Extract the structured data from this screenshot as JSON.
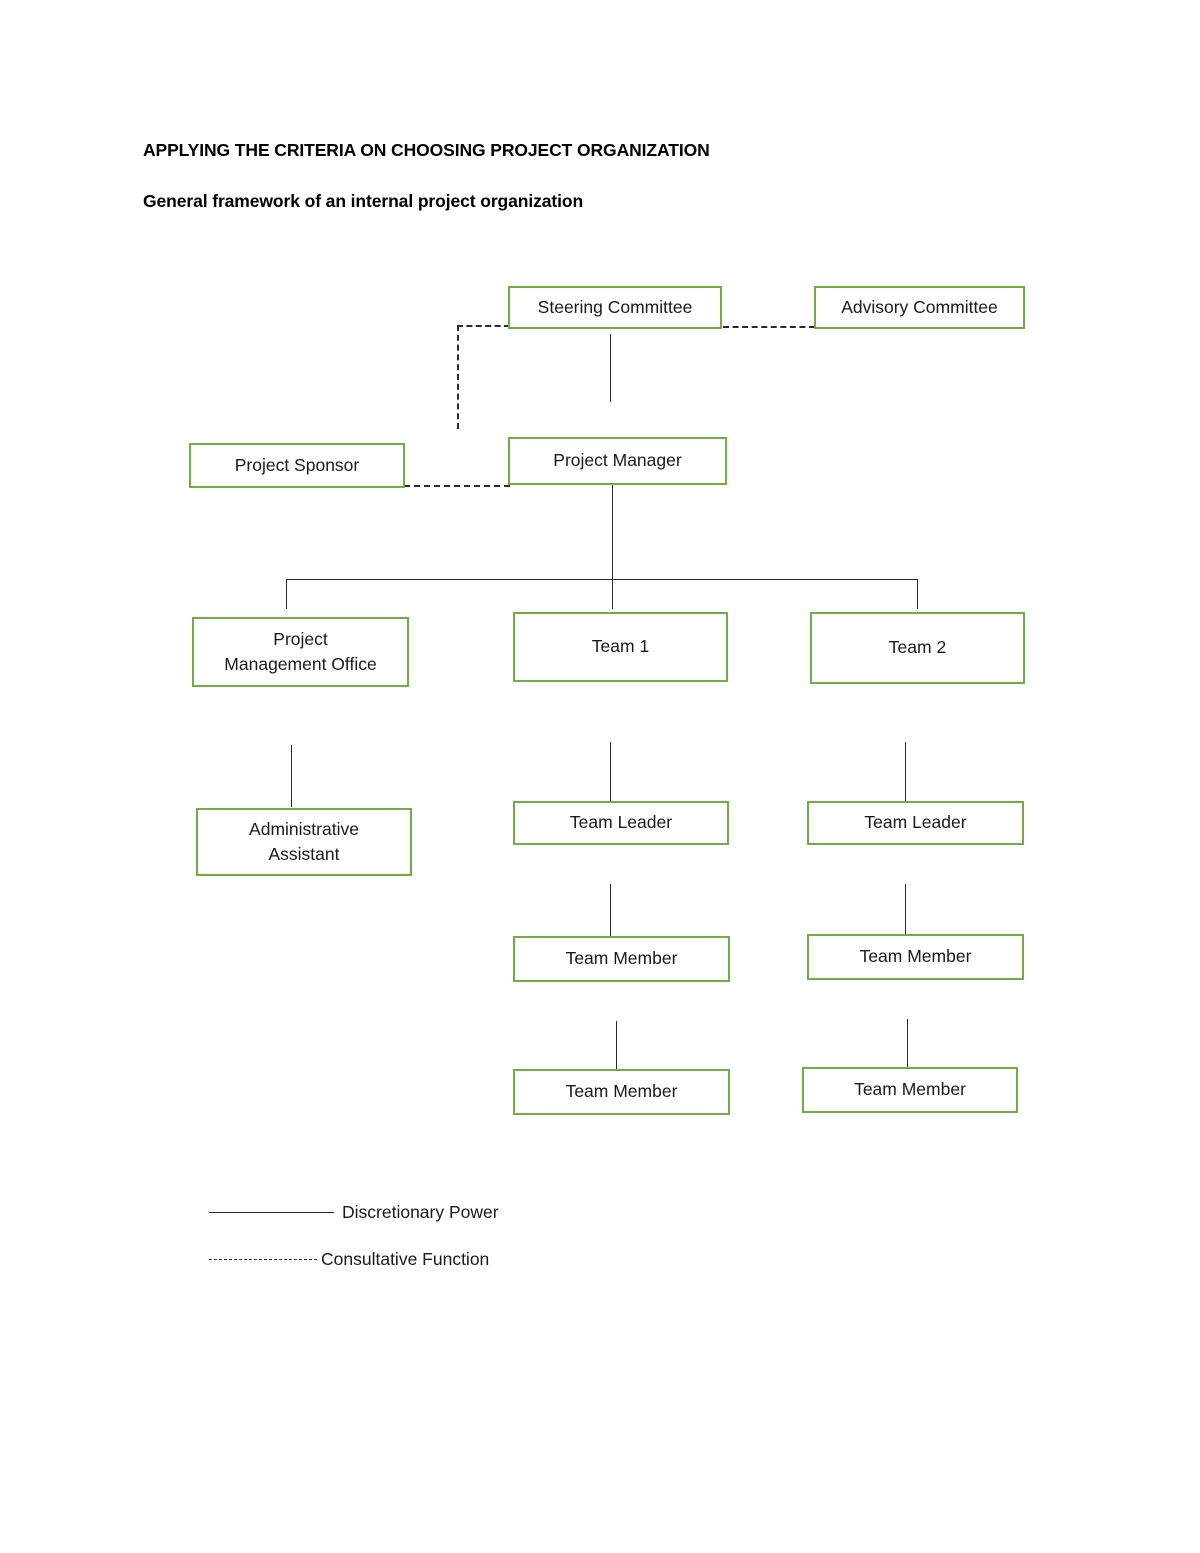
{
  "document": {
    "title": "APPLYING THE CRITERIA ON CHOOSING PROJECT ORGANIZATION",
    "subtitle": "General framework of an internal project organization"
  },
  "theme": {
    "box_border_color": "#70AD47",
    "line_color": "#2b2b2b",
    "background": "#ffffff"
  },
  "chart_data": {
    "type": "diagram",
    "title": "General framework of an internal project organization",
    "nodes": [
      {
        "id": "steering-committee",
        "label": "Steering Committee"
      },
      {
        "id": "advisory-committee",
        "label": "Advisory Committee"
      },
      {
        "id": "project-sponsor",
        "label": "Project Sponsor"
      },
      {
        "id": "project-manager",
        "label": "Project Manager"
      },
      {
        "id": "project-management-office",
        "label": "Project\nManagement Office"
      },
      {
        "id": "team-1",
        "label": "Team 1"
      },
      {
        "id": "team-2",
        "label": "Team 2"
      },
      {
        "id": "administrative-assistant",
        "label": "Administrative\nAssistant"
      },
      {
        "id": "team-1-leader",
        "label": "Team Leader"
      },
      {
        "id": "team-2-leader",
        "label": "Team Leader"
      },
      {
        "id": "team-1-member-1",
        "label": "Team Member"
      },
      {
        "id": "team-2-member-1",
        "label": "Team Member"
      },
      {
        "id": "team-1-member-2",
        "label": "Team Member"
      },
      {
        "id": "team-2-member-2",
        "label": "Team Member"
      }
    ],
    "edges": [
      {
        "from": "steering-committee",
        "to": "advisory-committee",
        "style": "dashed",
        "relation": "Consultative Function"
      },
      {
        "from": "steering-committee",
        "to": "project-sponsor",
        "style": "dashed",
        "relation": "Consultative Function"
      },
      {
        "from": "steering-committee",
        "to": "project-manager",
        "style": "solid",
        "relation": "Discretionary Power"
      },
      {
        "from": "project-sponsor",
        "to": "project-manager",
        "style": "dashed",
        "relation": "Consultative Function"
      },
      {
        "from": "project-manager",
        "to": "project-management-office",
        "style": "solid",
        "relation": "Discretionary Power"
      },
      {
        "from": "project-manager",
        "to": "team-1",
        "style": "solid",
        "relation": "Discretionary Power"
      },
      {
        "from": "project-manager",
        "to": "team-2",
        "style": "solid",
        "relation": "Discretionary Power"
      },
      {
        "from": "project-management-office",
        "to": "administrative-assistant",
        "style": "solid",
        "relation": "Discretionary Power"
      },
      {
        "from": "team-1",
        "to": "team-1-leader",
        "style": "solid",
        "relation": "Discretionary Power"
      },
      {
        "from": "team-2",
        "to": "team-2-leader",
        "style": "solid",
        "relation": "Discretionary Power"
      },
      {
        "from": "team-1-leader",
        "to": "team-1-member-1",
        "style": "solid",
        "relation": "Discretionary Power"
      },
      {
        "from": "team-2-leader",
        "to": "team-2-member-1",
        "style": "solid",
        "relation": "Discretionary Power"
      },
      {
        "from": "team-1-member-1",
        "to": "team-1-member-2",
        "style": "solid",
        "relation": "Discretionary Power"
      },
      {
        "from": "team-2-member-1",
        "to": "team-2-member-2",
        "style": "solid",
        "relation": "Discretionary Power"
      }
    ]
  },
  "boxes": {
    "steering_committee": "Steering Committee",
    "advisory_committee": "Advisory Committee",
    "project_sponsor": "Project Sponsor",
    "project_manager": "Project Manager",
    "pmo_line1": "Project",
    "pmo_line2": "Management Office",
    "team_1": "Team 1",
    "team_2": "Team 2",
    "admin_assistant_line1": "Administrative",
    "admin_assistant_line2": "Assistant",
    "team_1_leader": "Team Leader",
    "team_2_leader": "Team Leader",
    "team_1_member_1": "Team Member",
    "team_2_member_1": "Team Member",
    "team_1_member_2": "Team Member",
    "team_2_member_2": "Team Member"
  },
  "legend": {
    "solid_label": "Discretionary Power",
    "dashed_label": "Consultative Function"
  }
}
